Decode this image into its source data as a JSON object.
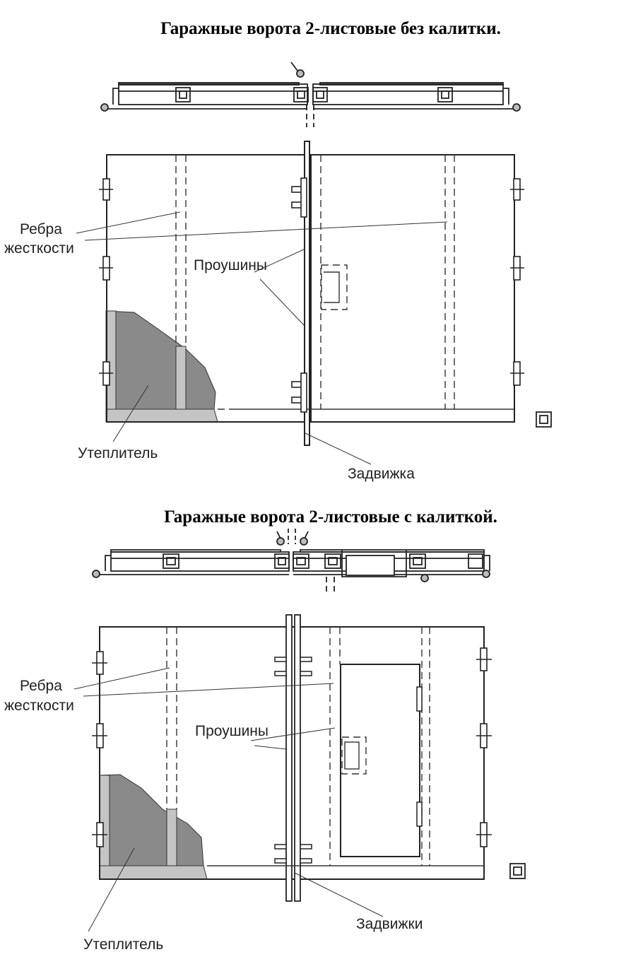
{
  "diagrams": [
    {
      "title": "Гаражные ворота 2-листовые без калитки.",
      "labels": {
        "ribs_line1": "Ребра",
        "ribs_line2": "жесткости",
        "eyelets": "Проушины",
        "insulation": "Утеплитель",
        "latch": "Задвижка"
      }
    },
    {
      "title": "Гаражные ворота 2-листовые с калиткой.",
      "labels": {
        "ribs_line1": "Ребра",
        "ribs_line2": "жесткости",
        "eyelets": "Проушины",
        "insulation": "Утеплитель",
        "latch": "Задвижки"
      }
    }
  ],
  "colors": {
    "line": "#222222",
    "insulation_dark": "#8a8a8a",
    "insulation_light": "#c4c4c4"
  }
}
